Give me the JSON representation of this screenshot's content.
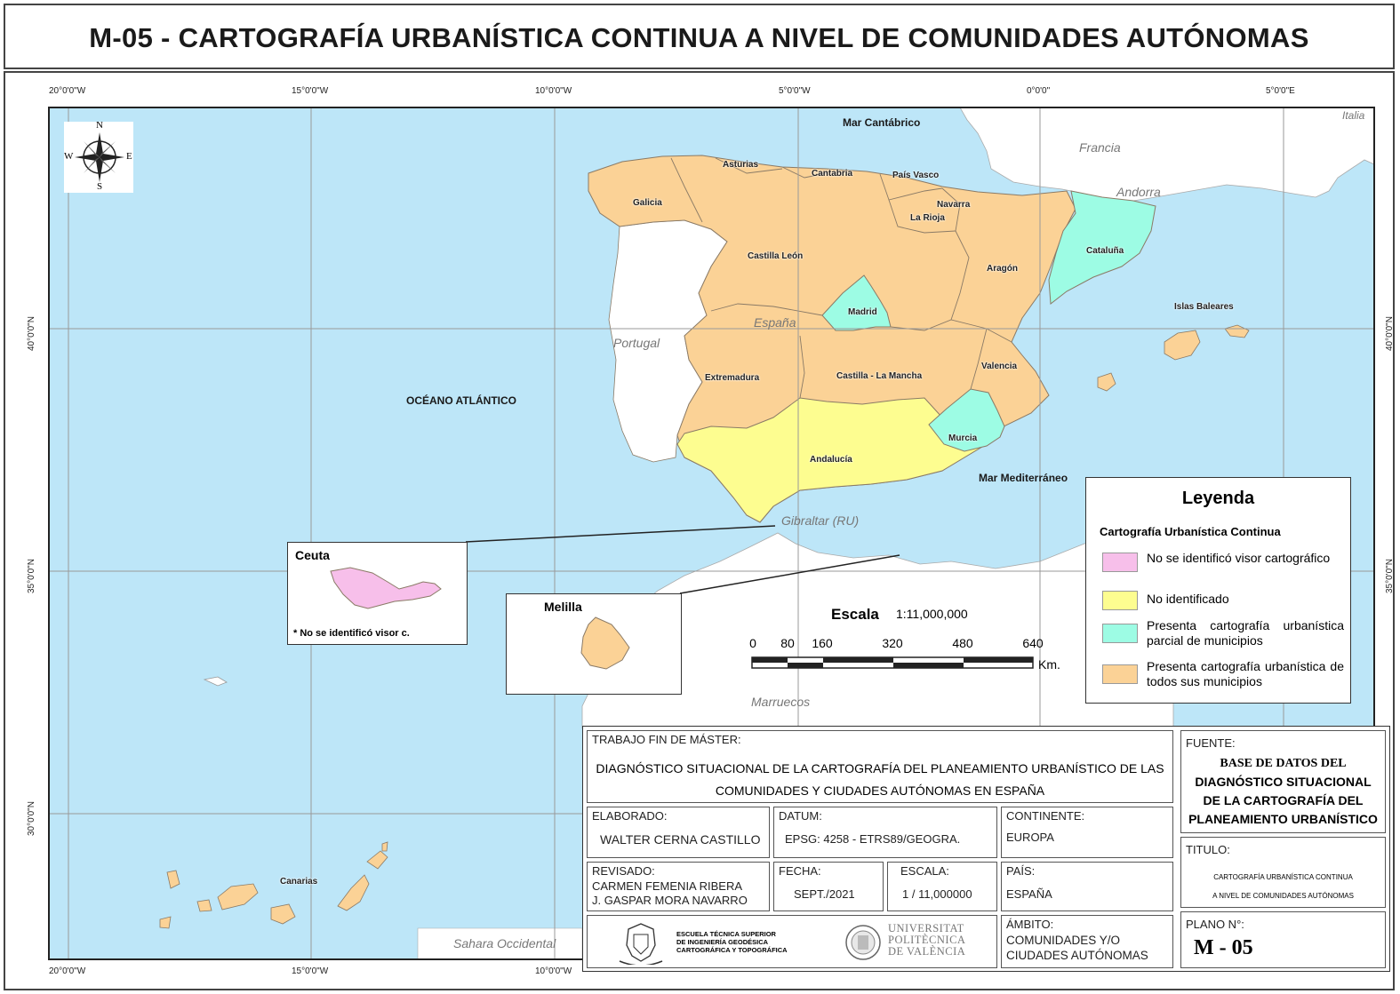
{
  "title": "M-05 - CARTOGRAFÍA URBANÍSTICA CONTINUA A NIVEL DE COMUNIDADES AUTÓNOMAS",
  "colors": {
    "sea": "#bde6f8",
    "land": "#ffffff",
    "all_municipalities": "#fbd296",
    "partial": "#9dfce4",
    "not_identified": "#fdfd90",
    "no_viewer": "#f7bfea",
    "graticule": "#999999",
    "border": "#8a7a66"
  },
  "graticule": {
    "longitudes": [
      "20°0'0\"W",
      "15°0'0\"W",
      "10°0'0\"W",
      "5°0'0\"W",
      "0°0'0\"",
      "5°0'0\"E"
    ],
    "latitudes": [
      "40°0'0\"N",
      "35°0'0\"N",
      "30°0'0\"N"
    ]
  },
  "regions": {
    "galicia": {
      "label": "Galicia",
      "category": "all"
    },
    "asturias": {
      "label": "Asturias",
      "category": "all"
    },
    "cantabria": {
      "label": "Cantabria",
      "category": "all"
    },
    "pais_vasco": {
      "label": "País Vasco",
      "category": "all"
    },
    "navarra": {
      "label": "Navarra",
      "category": "all"
    },
    "la_rioja": {
      "label": "La Rioja",
      "category": "all"
    },
    "castilla_leon": {
      "label": "Castilla León",
      "category": "all"
    },
    "aragon": {
      "label": "Aragón",
      "category": "all"
    },
    "cataluna": {
      "label": "Cataluña",
      "category": "partial"
    },
    "madrid": {
      "label": "Madrid",
      "category": "partial"
    },
    "extremadura": {
      "label": "Extremadura",
      "category": "all"
    },
    "castilla_la_mancha": {
      "label": "Castilla - La Mancha",
      "category": "all"
    },
    "valencia": {
      "label": "Valencia",
      "category": "all"
    },
    "murcia": {
      "label": "Murcia",
      "category": "partial"
    },
    "andalucia": {
      "label": "Andalucía",
      "category": "not_identified"
    },
    "baleares": {
      "label": "Islas Baleares",
      "category": "all"
    },
    "canarias": {
      "label": "Canarias",
      "category": "all"
    }
  },
  "place_labels": {
    "francia": "Francia",
    "andorra": "Andorra",
    "italia": "Italia",
    "portugal": "Portugal",
    "espana": "España",
    "gibraltar": "Gibraltar (RU)",
    "marruecos": "Marruecos",
    "sahara": "Sahara Occidental",
    "mar_cantabrico": "Mar Cantábrico",
    "oceano": "OCÉANO ATLÁNTICO",
    "mediterraneo": "Mar Mediterráneo"
  },
  "compass": {
    "n": "N",
    "s": "S",
    "e": "E",
    "w": "W"
  },
  "insets": {
    "ceuta": {
      "title": "Ceuta",
      "note": "* No se identificó visor c.",
      "category": "no_viewer"
    },
    "melilla": {
      "title": "Melilla",
      "category": "all"
    }
  },
  "legend": {
    "title": "Leyenda",
    "subtitle": "Cartografía Urbanística Continua",
    "items": [
      {
        "label": "No se identificó visor cartográfico",
        "color": "#f7bfea"
      },
      {
        "label": "No identificado",
        "color": "#fdfd90"
      },
      {
        "label": "Presenta cartografía urbanística parcial de municipios",
        "color": "#9dfce4"
      },
      {
        "label": "Presenta cartografía urbanística de todos sus municipios",
        "color": "#fbd296"
      }
    ]
  },
  "scale": {
    "label": "Escala",
    "value": "1:11,000,000",
    "ticks": [
      "0",
      "80",
      "160",
      "320",
      "480",
      "640"
    ],
    "unit": "Km."
  },
  "titleblock": {
    "trabajo_label": "TRABAJO FIN DE MÁSTER:",
    "trabajo_line1": "DIAGNÓSTICO SITUACIONAL DE LA CARTOGRAFÍA DEL PLANEAMIENTO URBANÍSTICO DE LAS",
    "trabajo_line2": "COMUNIDADES Y CIUDADES AUTÓNOMAS EN ESPAÑA",
    "elaborado_label": "ELABORADO:",
    "elaborado": "WALTER CERNA CASTILLO",
    "datum_label": "DATUM:",
    "datum": "EPSG: 4258 -  ETRS89/GEOGRA.",
    "continente_label": "CONTINENTE:",
    "continente": "EUROPA",
    "revisado_label": "REVISADO:",
    "revisado1": "CARMEN FEMENIA RIBERA",
    "revisado2": "J. GASPAR MORA NAVARRO",
    "fecha_label": "FECHA:",
    "fecha": "SEPT./2021",
    "escala_label": "ESCALA:",
    "escala": "1 / 11,000000",
    "pais_label": "PAÍS:",
    "pais": "ESPAÑA",
    "ambito_label": "ÁMBITO:",
    "ambito1": "COMUNIDADES Y/O",
    "ambito2": "CIUDADES AUTÓNOMAS",
    "escuela1": "ESCUELA TÉCNICA SUPERIOR",
    "escuela2": "DE INGENIERÍA GEODÉSICA",
    "escuela3": "CARTOGRÁFICA Y TOPOGRÁFICA",
    "upv1": "UNIVERSITAT",
    "upv2": "POLITÈCNICA",
    "upv3": "DE VALÈNCIA",
    "fuente_label": "FUENTE:",
    "fuente1": "BASE DE DATOS DEL",
    "fuente2": "DIAGNÓSTICO SITUACIONAL",
    "fuente3": "DE LA CARTOGRAFÍA DEL",
    "fuente4": "PLANEAMIENTO URBANÍSTICO",
    "titulo_label": "TITULO:",
    "titulo1": "CARTOGRAFÍA URBANÍSTICA CONTINUA",
    "titulo2": "A NIVEL DE COMUNIDADES AUTÓNOMAS",
    "plano_label": "PLANO N°:",
    "plano": "M - 05"
  }
}
